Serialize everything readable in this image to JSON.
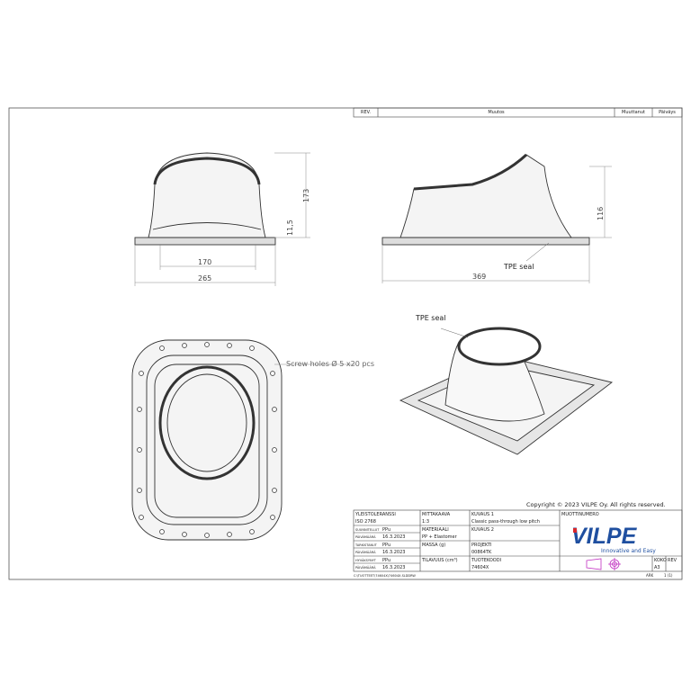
{
  "revision_header": {
    "rev": "REV.",
    "change": "Muutos",
    "changed_by": "Muuttanut",
    "date": "Päiväys"
  },
  "dimensions": {
    "height_front": "173",
    "flange_height": "11,5",
    "inner_width": "170",
    "outer_width": "265",
    "height_side": "116",
    "length_side": "369"
  },
  "annotations": {
    "tpe_seal_side": "TPE seal",
    "tpe_seal_iso": "TPE seal",
    "screw_holes": "Screw holes Ø 5 x20 pcs"
  },
  "copyright": "Copyright © 2023 VILPE Oy. All rights reserved.",
  "title_block": {
    "tolerance_label": "YLEISTOLERANSSI",
    "tolerance_value": "ISO 2768",
    "scale_label": "MITTAKAAVA",
    "scale_value": "1:3",
    "desc1_label": "KUVAUS 1",
    "desc1_value": "Classic pass-through low pitch",
    "mold_label": "MUOTTINUMERO",
    "designed_label": "SUUNNITELLUT",
    "designed_value": "PPu",
    "date1_label": "PÄIVÄMÄÄRÄ",
    "date1_value": "16.3.2023",
    "material_label": "MATERIAALI",
    "material_value": "PP + Elastomer",
    "desc2_label": "KUVAUS 2",
    "checked_label": "TARKISTANUT",
    "checked_value": "PPu",
    "date2_label": "PÄIVÄMÄÄRÄ",
    "date2_value": "16.3.2023",
    "mass_label": "MASSA (g)",
    "project_label": "PROJEKTI",
    "project_value": "00864TK",
    "approved_label": "HYVÄKSYNYT",
    "approved_value": "PPu",
    "date3_label": "PÄIVÄMÄÄRÄ",
    "date3_value": "16.3.2023",
    "volume_label": "TILAVUUS (cm³)",
    "product_code_label": "TUOTEKOODI",
    "product_code_value": "74604X",
    "size_label": "KOKO",
    "size_value": "A3",
    "rev_label": "REV",
    "brand": "VILPE",
    "tagline": "Innovative and Easy",
    "file_path": "C:\\TUOTTEET\\74604X\\74604X.SLDDRW",
    "sheet_label": "ARK",
    "sheet_value": "1 (1)"
  },
  "colors": {
    "brand_blue": "#1f4fa0",
    "brand_red": "#d8262b",
    "projection_symbol": "#c030c0"
  }
}
